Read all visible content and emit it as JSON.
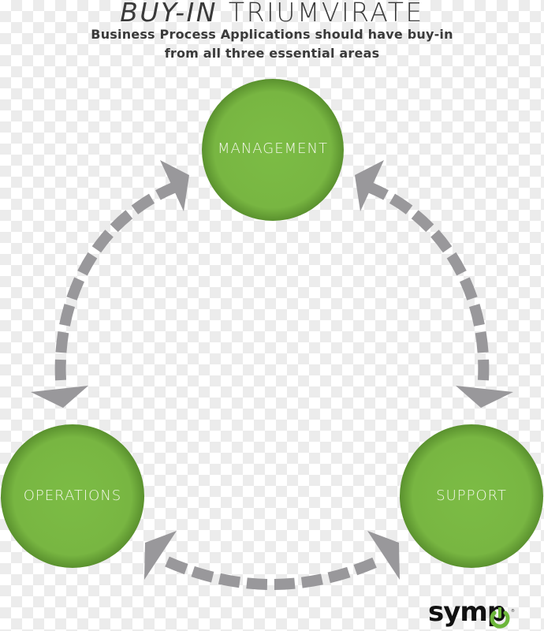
{
  "header": {
    "title_italic": "BUY-IN",
    "title_main": "TRIUMVIRATE",
    "subtitle_line1": "Business Process Applications should have buy-in",
    "subtitle_line2": "from all three essential areas"
  },
  "nodes": [
    {
      "id": "management",
      "label": "MANAGEMENT"
    },
    {
      "id": "operations",
      "label": "OPERATIONS"
    },
    {
      "id": "support",
      "label": "SUPPORT"
    }
  ],
  "connections": [
    {
      "from": "management",
      "to": "operations",
      "style": "dashed",
      "direction": "bidirectional"
    },
    {
      "from": "management",
      "to": "support",
      "style": "dashed",
      "direction": "bidirectional"
    },
    {
      "from": "operations",
      "to": "support",
      "style": "dashed",
      "direction": "bidirectional"
    }
  ],
  "colors": {
    "node_fill": "#7ab943",
    "node_edge": "#5d9630",
    "arrow": "#99989b",
    "text_dark": "#3a3a3a",
    "node_text": "#f3f7ea",
    "logo_green": "#6cb63a"
  },
  "logo": {
    "text": "symp",
    "icon": "power-icon"
  }
}
